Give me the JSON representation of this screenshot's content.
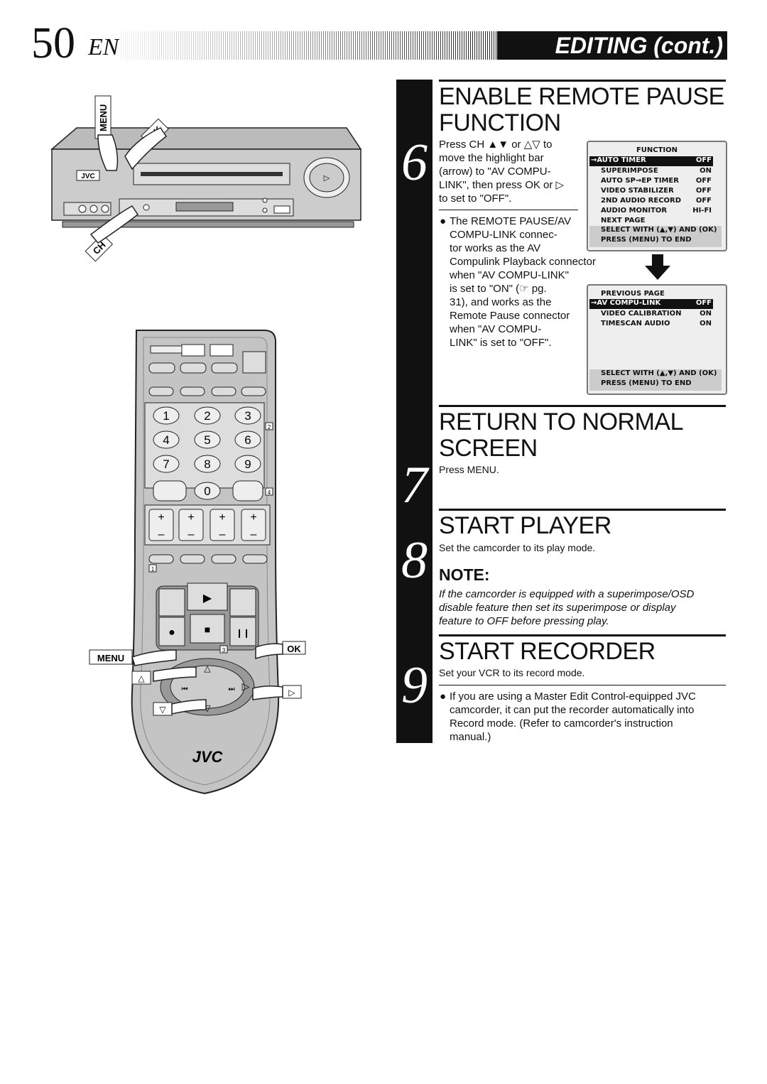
{
  "header": {
    "page_number": "50",
    "language": "EN",
    "section": "EDITING (cont.)"
  },
  "steps": [
    {
      "number": "6",
      "title_line1": "ENABLE REMOTE PAUSE",
      "title_line2": "FUNCTION",
      "body_lines": [
        "Press CH ▲▼ or △▽ to",
        "move the highlight bar",
        "(arrow) to \"AV COMPU-",
        "LINK\", then press OK or ▷",
        "to set to \"OFF\"."
      ],
      "note_lines": [
        "The REMOTE PAUSE/AV",
        "COMPU-LINK connec-",
        "tor works as the AV",
        "Compulink Playback connector",
        "when \"AV COMPU-LINK\"",
        "is set to \"ON\" (☞ pg.",
        "31), and works as the",
        "Remote Pause connector",
        "when \"AV COMPU-",
        "LINK\" is set to \"OFF\"."
      ]
    },
    {
      "number": "7",
      "title_line1": "RETURN TO NORMAL",
      "title_line2": "SCREEN",
      "body": "Press MENU."
    },
    {
      "number": "8",
      "title_line1": "START PLAYER",
      "body": "Set the camcorder to its play mode.",
      "note_heading": "NOTE:",
      "note_lines": [
        "If the camcorder is equipped with a superimpose/OSD",
        "disable feature then set its superimpose or display",
        "feature to OFF before pressing play."
      ]
    },
    {
      "number": "9",
      "title_line1": "START RECORDER",
      "body": "Set your VCR to its record mode.",
      "note_lines": [
        "If you are using a Master Edit Control-equipped JVC",
        "camcorder, it can put the recorder automatically into",
        "Record mode. (Refer to camcorder's instruction",
        "manual.)"
      ]
    }
  ],
  "osd_menu_1": {
    "title": "FUNCTION",
    "items": [
      {
        "label": "→AUTO TIMER",
        "value": "OFF"
      },
      {
        "label": "SUPERIMPOSE",
        "value": "ON"
      },
      {
        "label": "AUTO SP→EP TIMER",
        "value": "OFF"
      },
      {
        "label": "VIDEO STABILIZER",
        "value": "OFF"
      },
      {
        "label": "2ND AUDIO RECORD",
        "value": "OFF"
      },
      {
        "label": "AUDIO MONITOR",
        "value": "HI-FI"
      },
      {
        "label": "NEXT PAGE",
        "value": ""
      }
    ],
    "footer_line1": "SELECT WITH (▲,▼) AND (OK)",
    "footer_line2": "PRESS (MENU) TO END"
  },
  "osd_menu_2": {
    "items": [
      {
        "label": "PREVIOUS PAGE",
        "value": ""
      },
      {
        "label": "→AV COMPU-LINK",
        "value": "OFF"
      },
      {
        "label": "VIDEO CALIBRATION",
        "value": "ON"
      },
      {
        "label": "TIMESCAN AUDIO",
        "value": "ON"
      }
    ],
    "footer_line1": "SELECT WITH (▲,▼) AND (OK)",
    "footer_line2": "PRESS (MENU) TO END"
  },
  "vcr_labels": {
    "menu": "MENU",
    "ok": "OK",
    "ch": "CH",
    "brand": "JVC"
  },
  "remote_labels": {
    "brand": "JVC",
    "menu": "MENU",
    "ok": "OK",
    "keys": [
      "1",
      "2",
      "3",
      "4",
      "5",
      "6",
      "7",
      "8",
      "9",
      "0"
    ],
    "boxed": [
      "2",
      "4",
      "1",
      "3"
    ]
  }
}
